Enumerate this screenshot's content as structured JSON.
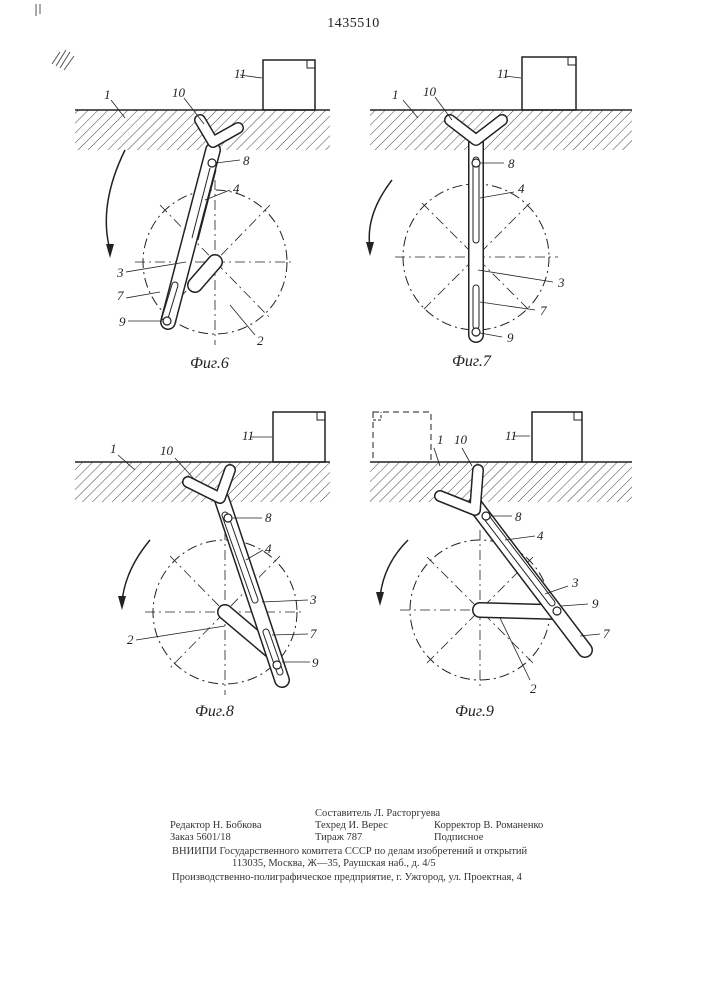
{
  "patent_number": "1435510",
  "callouts": {
    "n1": "1",
    "n2": "2",
    "n3": "3",
    "n4": "4",
    "n7": "7",
    "n8": "8",
    "n9": "9",
    "n10": "10",
    "n11": "11"
  },
  "figures": {
    "fig6": "Фиг.6",
    "fig7": "Фиг.7",
    "fig8": "Фиг.8",
    "fig9": "Фиг.9"
  },
  "imprint": {
    "editor": "Редактор Н. Бобкова",
    "order": "Заказ 5601/18",
    "compiler": "Составитель Л. Расторгуева",
    "techred": "Техред И. Верес",
    "print_run": "Тираж 787",
    "corrector": "Корректор В. Романенко",
    "subscription": "Подписное",
    "org_line1": "ВНИИПИ Государственного комитета СССР по делам изобретений и открытий",
    "org_line2": "113035, Москва, Ж—35, Раушская наб., д. 4/5",
    "printer": "Производственно-полиграфическое предприятие, г. Ужгород, ул. Проектная, 4"
  }
}
